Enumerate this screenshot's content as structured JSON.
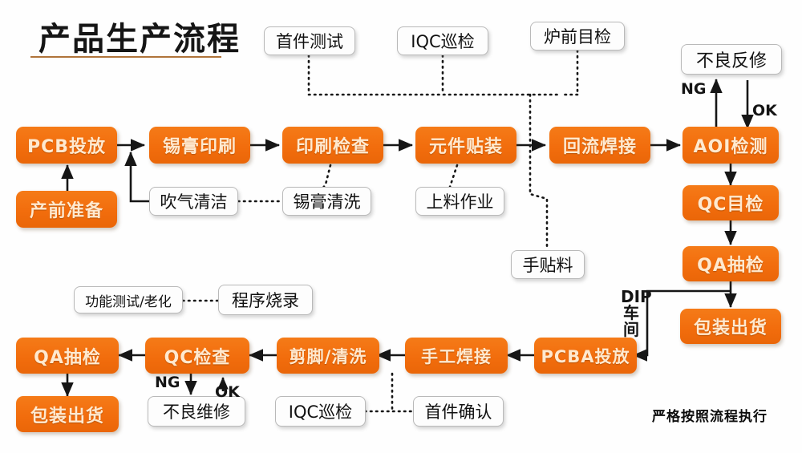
{
  "header": {
    "title": "产品生产流程",
    "rule_color": "#b0743a"
  },
  "theme": {
    "node_orange": "#f26d0d",
    "node_text": "#ffe9cf",
    "annotation_border": "#b9b9b9",
    "wire_color": "#161616",
    "background": "#ffffff"
  },
  "smt_line": {
    "nodes": [
      {
        "id": "pcb-input",
        "label": "PCB投放"
      },
      {
        "id": "solder-print",
        "label": "锡膏印刷"
      },
      {
        "id": "print-check",
        "label": "印刷检查"
      },
      {
        "id": "component-mount",
        "label": "元件贴装"
      },
      {
        "id": "reflow-solder",
        "label": "回流焊接"
      },
      {
        "id": "aoi-check",
        "label": "AOI检测"
      }
    ]
  },
  "dip_line": {
    "nodes": [
      {
        "id": "pcba-input",
        "label": "PCBA投放"
      },
      {
        "id": "hand-solder",
        "label": "手工焊接"
      },
      {
        "id": "cut-clean",
        "label": "剪脚/清洗"
      },
      {
        "id": "qc-check",
        "label": "QC检查"
      },
      {
        "id": "qa-sample-2",
        "label": "QA抽检"
      }
    ]
  },
  "right_column": {
    "nodes": [
      {
        "id": "qc-visual",
        "label": "QC目检"
      },
      {
        "id": "qa-sample",
        "label": "QA抽检"
      },
      {
        "id": "pack-ship",
        "label": "包装出货"
      }
    ]
  },
  "orange_extra": [
    {
      "id": "pre-production",
      "label": "产前准备"
    },
    {
      "id": "pack-ship-2",
      "label": "包装出货"
    }
  ],
  "annotations": [
    {
      "id": "first-article-test",
      "label": "首件测试"
    },
    {
      "id": "iqc-patrol-top",
      "label": "IQC巡检"
    },
    {
      "id": "pre-furnace-check",
      "label": "炉前目检"
    },
    {
      "id": "defect-rework",
      "label": "不良反修"
    },
    {
      "id": "air-blow-clean",
      "label": "吹气清洁"
    },
    {
      "id": "solder-paste-wash",
      "label": "锡膏清洗"
    },
    {
      "id": "feeding-work",
      "label": "上料作业"
    },
    {
      "id": "hand-place-parts",
      "label": "手贴料"
    },
    {
      "id": "function-test-aging",
      "label": "功能测试/老化"
    },
    {
      "id": "program-burn",
      "label": "程序烧录"
    },
    {
      "id": "defect-repair",
      "label": "不良维修"
    },
    {
      "id": "iqc-patrol-bottom",
      "label": "IQC巡检"
    },
    {
      "id": "first-article-conf",
      "label": "首件确认"
    }
  ],
  "edge_labels": {
    "aoi_ng": "NG",
    "aoi_ok": "OK",
    "qc_ng": "NG",
    "qc_ok": "OK",
    "dip_workshop": "DIP车间"
  },
  "footer": {
    "note": "严格按照流程执行"
  }
}
